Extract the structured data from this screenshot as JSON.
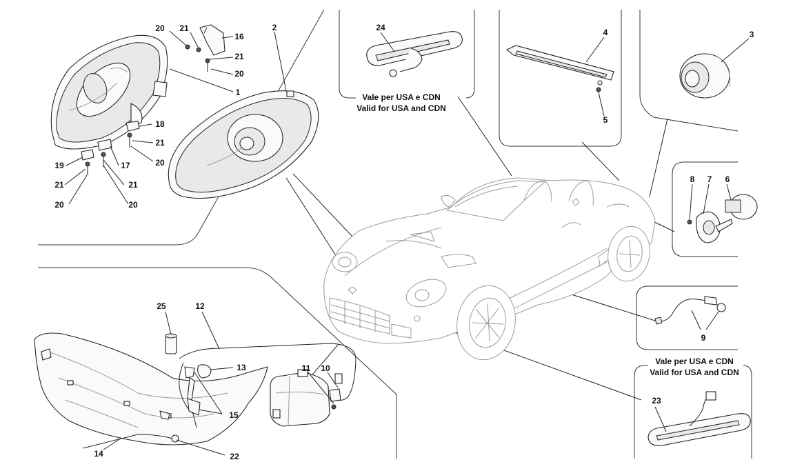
{
  "notes": {
    "top_center_line1": "Vale per USA e CDN",
    "top_center_line2": "Valid for USA and CDN",
    "bottom_right_line1": "Vale per USA e CDN",
    "bottom_right_line2": "Valid for USA and CDN"
  },
  "callouts": {
    "c1": "1",
    "c2": "2",
    "c3": "3",
    "c4": "4",
    "c5": "5",
    "c6": "6",
    "c7": "7",
    "c8": "8",
    "c9": "9",
    "c10": "10",
    "c11": "11",
    "c12": "12",
    "c13": "13",
    "c14": "14",
    "c15": "15",
    "c16": "16",
    "c17": "17",
    "c18": "18",
    "c19": "19",
    "c20a": "20",
    "c20b": "20",
    "c20c": "20",
    "c20d": "20",
    "c20e": "20",
    "c21a": "21",
    "c21b": "21",
    "c21c": "21",
    "c21d": "21",
    "c21e": "21",
    "c22": "22",
    "c23": "23",
    "c24": "24",
    "c25": "25"
  }
}
